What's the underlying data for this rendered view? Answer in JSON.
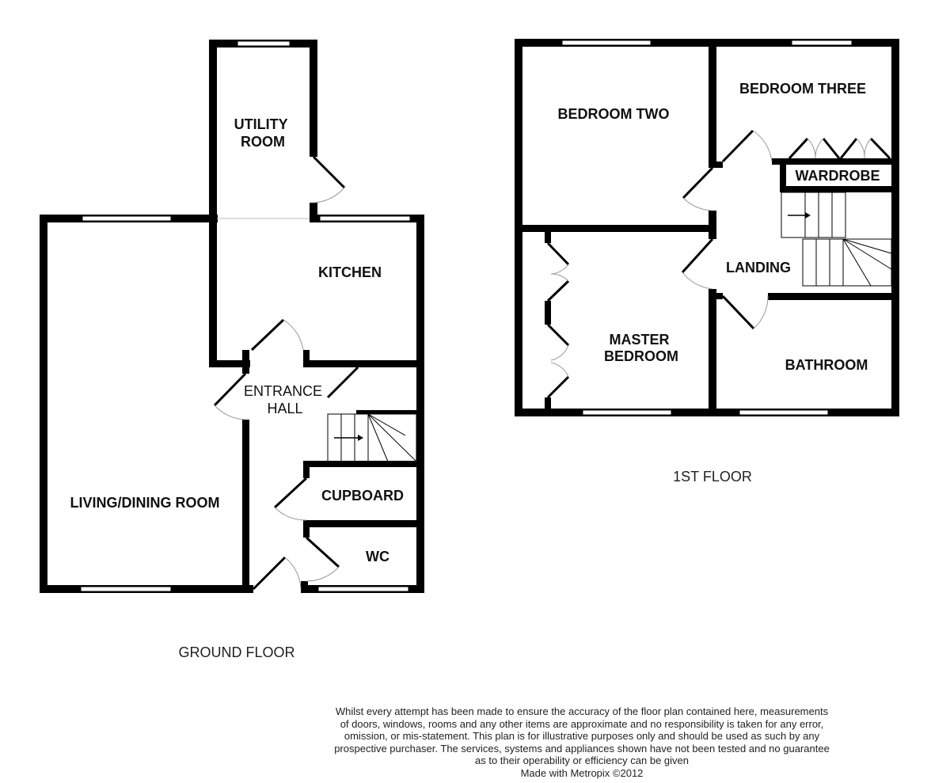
{
  "ground_floor": {
    "title": "GROUND FLOOR",
    "rooms": {
      "utility_room": [
        "UTILITY",
        "ROOM"
      ],
      "kitchen": "KITCHEN",
      "entrance_hall": [
        "ENTRANCE",
        "HALL"
      ],
      "living_dining_room": "LIVING/DINING ROOM",
      "cupboard": "CUPBOARD",
      "wc": "WC"
    }
  },
  "first_floor": {
    "title": "1ST FLOOR",
    "rooms": {
      "bedroom_two": "BEDROOM TWO",
      "bedroom_three": "BEDROOM THREE",
      "wardrobe": "WARDROBE",
      "landing": "LANDING",
      "master_bedroom": [
        "MASTER",
        "BEDROOM"
      ],
      "bathroom": "BATHROOM"
    }
  },
  "disclaimer": {
    "lines": [
      "Whilst every attempt has been made to ensure the accuracy of the floor plan contained here, measurements",
      "of doors, windows, rooms and any other items are approximate and no responsibility is taken for any error,",
      "omission, or mis-statement. This plan is for illustrative purposes only and should be used as such by any",
      "prospective purchaser. The services, systems and appliances shown have not been tested and no guarantee",
      "as to their operability or efficiency can be given"
    ],
    "credit": "Made with Metropix ©2012"
  },
  "colors": {
    "wall": "#000000",
    "background": "#ffffff",
    "door_arc": "#999999",
    "window": "#ffffff"
  }
}
